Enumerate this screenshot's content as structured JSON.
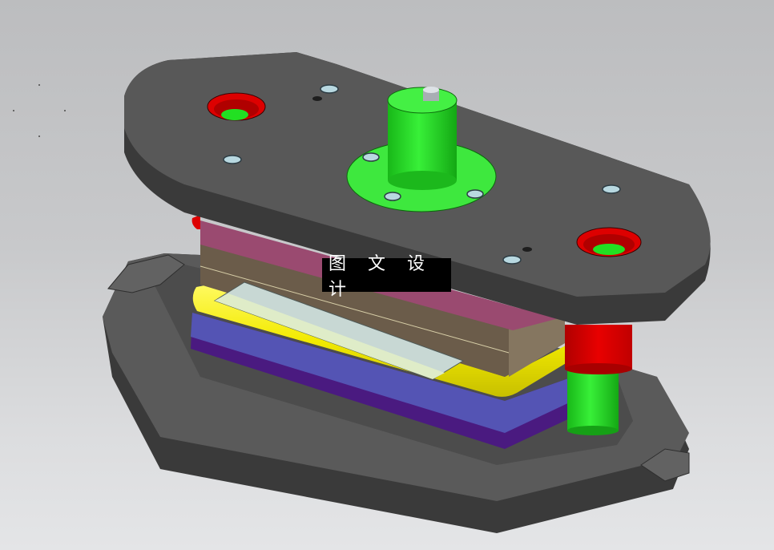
{
  "scene": {
    "type": "CAD 3D render",
    "subject": "stamping die set assembly",
    "background": [
      "#bcbdbf",
      "#e4e5e7"
    ]
  },
  "watermark": {
    "text": "图 文 设 计"
  },
  "colors": {
    "die_plate_top": "#585858",
    "die_plate_side": "#3a3a3a",
    "shank": "#22e022",
    "guide_bushing": "#dd0000",
    "guide_post": "#22dd22",
    "backing_plate": "#9a4a70",
    "punch_plate": "#6b5c4a",
    "stripper": "#f0e800",
    "die_block": "#5050b0",
    "die_base": "#4a1a80",
    "strip_material": "#c8d8d4",
    "screw": "#b8d8e0"
  },
  "components": [
    {
      "name": "upper-die-plate"
    },
    {
      "name": "shank"
    },
    {
      "name": "guide-bushing-left"
    },
    {
      "name": "guide-bushing-right"
    },
    {
      "name": "guide-post-right"
    },
    {
      "name": "backing-plate"
    },
    {
      "name": "punch-plate"
    },
    {
      "name": "stripper-plate"
    },
    {
      "name": "strip-material"
    },
    {
      "name": "die-block"
    },
    {
      "name": "lower-die-plate"
    }
  ]
}
